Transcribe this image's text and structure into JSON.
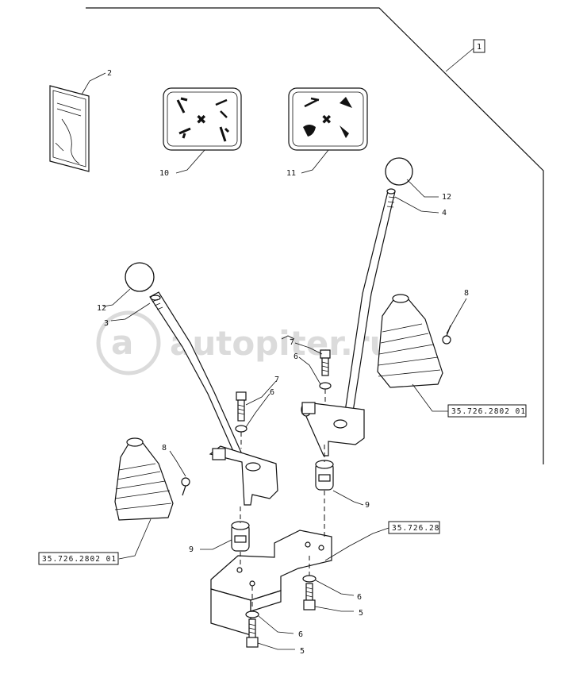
{
  "watermark": "autopiter.ru",
  "assembly_marker": "1",
  "callouts": {
    "decal_card": "2",
    "decal_left": "10",
    "decal_right": "11",
    "knob_right": "12",
    "lever_right": "4",
    "knob_left": "12",
    "lever_left": "3",
    "screw_top_right": "8",
    "washer_mid": "6",
    "screw_mid": "7",
    "washer_left": "6",
    "screw_left": "7",
    "screw_boot_left": "8",
    "joint_left": "9",
    "joint_right": "9",
    "washer_bottom_right": "6",
    "bolt_bottom_right": "5",
    "washer_bottom": "6",
    "bolt_bottom": "5"
  },
  "references": {
    "boot_right": "35.726.2802 01",
    "boot_left": "35.726.2802 01",
    "plate": "35.726.28"
  }
}
